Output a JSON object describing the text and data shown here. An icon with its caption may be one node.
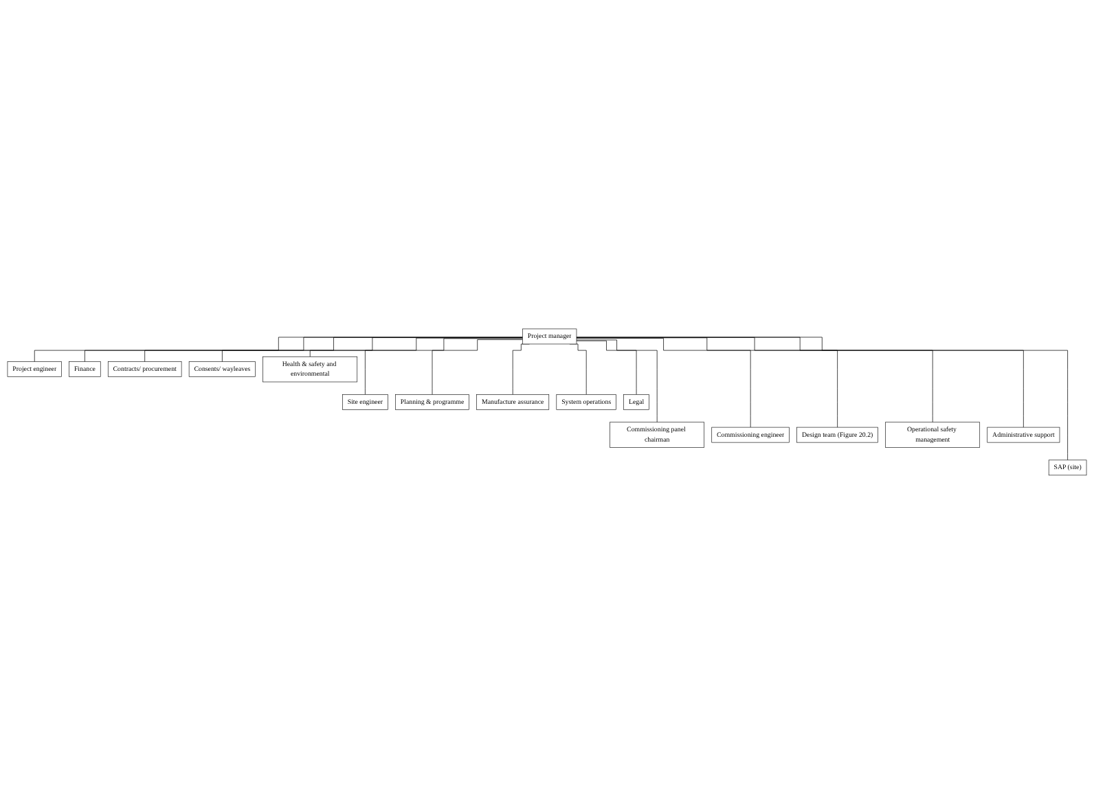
{
  "diagram": {
    "nodes": [
      {
        "text": [
          "Project manager"
        ]
      },
      {
        "text": [
          "Project engineer"
        ]
      },
      {
        "text": [
          "Finance"
        ]
      },
      {
        "text": [
          "Contracts/ procurement"
        ]
      },
      {
        "text": [
          "Consents/ wayleaves"
        ]
      },
      {
        "text": [
          "Health & safety and environmental"
        ]
      },
      {
        "text": [
          "Site engineer"
        ]
      },
      {
        "text": [
          "Planning & programme"
        ]
      },
      {
        "text": [
          "Manufacture assurance"
        ]
      },
      {
        "text": [
          "System operations"
        ]
      },
      {
        "text": [
          "Legal"
        ]
      },
      {
        "text": [
          "Commissioning panel chairman"
        ]
      },
      {
        "text": [
          "Commissioning engineer"
        ]
      },
      {
        "text": [
          "Design team (Figure 20.2)"
        ]
      },
      {
        "text": [
          "Operational safety management"
        ]
      },
      {
        "text": [
          "Administrative support"
        ]
      },
      {
        "text": [
          "SAP (site)"
        ]
      }
    ],
    "edges": [
      {
        "from": 0,
        "to": 1,
        "arrow": "none"
      },
      {
        "from": 0,
        "to": 2,
        "arrow": "none"
      },
      {
        "from": 0,
        "to": 3,
        "arrow": "none"
      },
      {
        "from": 0,
        "to": 4,
        "arrow": "none"
      },
      {
        "from": 0,
        "to": 5,
        "arrow": "none"
      },
      {
        "from": 0,
        "to": 6,
        "arrow": "none"
      },
      {
        "from": 0,
        "to": 7,
        "arrow": "none"
      },
      {
        "from": 0,
        "to": 8,
        "arrow": "none"
      },
      {
        "from": 0,
        "to": 9,
        "arrow": "none"
      },
      {
        "from": 0,
        "to": 10,
        "arrow": "none"
      },
      {
        "from": 0,
        "to": 11,
        "arrow": "none"
      },
      {
        "from": 0,
        "to": 12,
        "arrow": "none"
      },
      {
        "from": 0,
        "to": 13,
        "arrow": "none"
      },
      {
        "from": 0,
        "to": 14,
        "arrow": "none"
      },
      {
        "from": 0,
        "to": 15,
        "arrow": "none"
      },
      {
        "from": 0,
        "to": 16,
        "arrow": "none"
      }
    ]
  }
}
